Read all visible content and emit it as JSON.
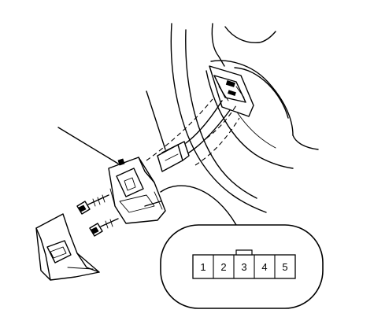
{
  "connector": {
    "pins": [
      {
        "label": "1"
      },
      {
        "label": "2"
      },
      {
        "label": "3"
      },
      {
        "label": "4"
      },
      {
        "label": "5"
      }
    ]
  }
}
